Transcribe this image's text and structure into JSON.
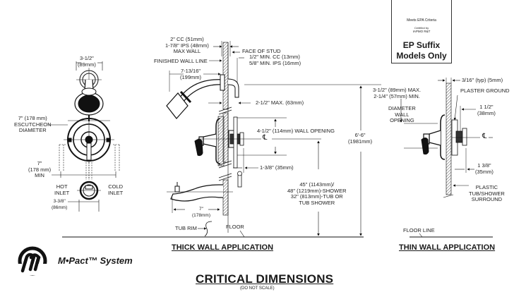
{
  "document": {
    "title": "CRITICAL DIMENSIONS",
    "subtitle": "(DO NOT SCALE)",
    "brand": "M•Pact™ System",
    "brand_logo": "m-pact-logo-icon"
  },
  "badge": {
    "certification_ring_text": "Meets EPA Criteria",
    "certified_by": "Certified by",
    "certifier": "IAPMO R&T",
    "icon": "water-drop-icon",
    "text_line1": "EP Suffix",
    "text_line2": "Models Only"
  },
  "front_view": {
    "shower_head_width": [
      "3-1/2\"",
      "(89mm)"
    ],
    "escutcheon": [
      "7\" (178 mm)",
      "ESCUTCHEON",
      "DIAMETER"
    ],
    "min_spacing": [
      "7\"",
      "(178 mm)",
      "MIN"
    ],
    "hot_inlet": [
      "HOT",
      "INLET"
    ],
    "cold_inlet": [
      "COLD",
      "INLET"
    ],
    "spout_width": [
      "3-3/8\"",
      "(86mm)"
    ]
  },
  "thick_wall": {
    "header": "THICK WALL APPLICATION",
    "cc_ips": [
      "2\" CC (51mm)",
      "1-7/8\" IPS (48mm)",
      "MAX WALL"
    ],
    "face_of_stud": "FACE OF STUD",
    "min_cc_ips": [
      "1/2\" MIN. CC (13mm)",
      "5/8\" MIN. IPS (16mm)"
    ],
    "finished_wall_line": "FINISHED WALL LINE",
    "arm_reach": [
      "7-13/16\"",
      "(199mm)"
    ],
    "max_depth": "2-1/2\" MAX. (63mm)",
    "wall_opening": "4-1/2\" (114mm) WALL OPENING",
    "centerline": "℄",
    "valve_depth": "1-3/8\" (35mm)",
    "overall_height": [
      "6'-6\"",
      "(1981mm)"
    ],
    "valve_height": [
      "45\" (1143mm)/",
      "48\" (1219mm)-SHOWER",
      "32\" (813mm)-TUB OR",
      "TUB SHOWER"
    ],
    "spout_reach": [
      "7\"",
      "(178mm)"
    ],
    "tub_rim": "TUB RIM",
    "floor": "FLOOR"
  },
  "thin_wall": {
    "header": "THIN WALL APPLICATION",
    "surround_thickness": "3/16\" (typ) (5mm)",
    "plaster_ground": "PLASTER GROUND",
    "opening_range": [
      "3-1/2\" (89mm) MAX.",
      "2-1/4\" (57mm) MIN."
    ],
    "diameter_label": [
      "DIAMETER",
      "WALL",
      "OPENING"
    ],
    "depth_a": [
      "1 1/2\"",
      "(38mm)"
    ],
    "centerline": "℄",
    "depth_b": [
      "1 3/8\"",
      "(35mm)"
    ],
    "surround": [
      "PLASTIC",
      "TUB/SHOWER",
      "SURROUND"
    ],
    "floor_line": "FLOOR LINE"
  }
}
